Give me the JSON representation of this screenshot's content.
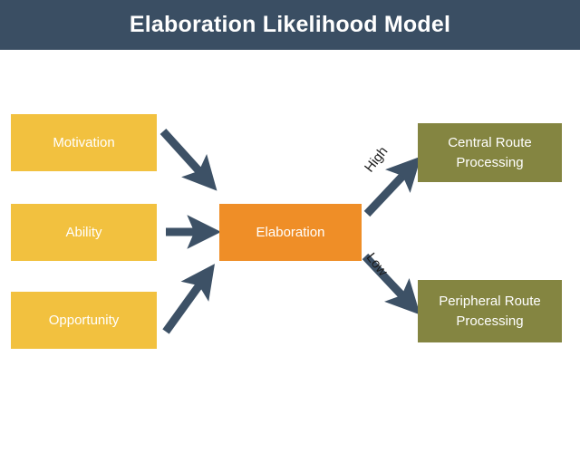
{
  "header": {
    "title": "Elaboration Likelihood Model",
    "background_color": "#3a4e63",
    "text_color": "#ffffff"
  },
  "colors": {
    "input_box": "#f2c13f",
    "center_box": "#ef8e27",
    "outcome_box": "#848541",
    "arrow": "#3d5166",
    "canvas": "#ffffff"
  },
  "diagram": {
    "inputs": [
      {
        "id": "motivation",
        "label": "Motivation"
      },
      {
        "id": "ability",
        "label": "Ability"
      },
      {
        "id": "opportunity",
        "label": "Opportunity"
      }
    ],
    "center": {
      "id": "elaboration",
      "label": "Elaboration"
    },
    "outcomes": [
      {
        "id": "central",
        "label": "Central Route\nProcessing"
      },
      {
        "id": "peripheral",
        "label": "Peripheral Route\nProcessing"
      }
    ],
    "edges": [
      {
        "id": "motivation-to-elaboration",
        "from": "motivation",
        "to": "elaboration",
        "label": ""
      },
      {
        "id": "ability-to-elaboration",
        "from": "ability",
        "to": "elaboration",
        "label": ""
      },
      {
        "id": "opportunity-to-elaboration",
        "from": "opportunity",
        "to": "elaboration",
        "label": ""
      },
      {
        "id": "elaboration-to-central",
        "from": "elaboration",
        "to": "central",
        "label": "High"
      },
      {
        "id": "elaboration-to-peripheral",
        "from": "elaboration",
        "to": "peripheral",
        "label": "Low"
      }
    ]
  }
}
